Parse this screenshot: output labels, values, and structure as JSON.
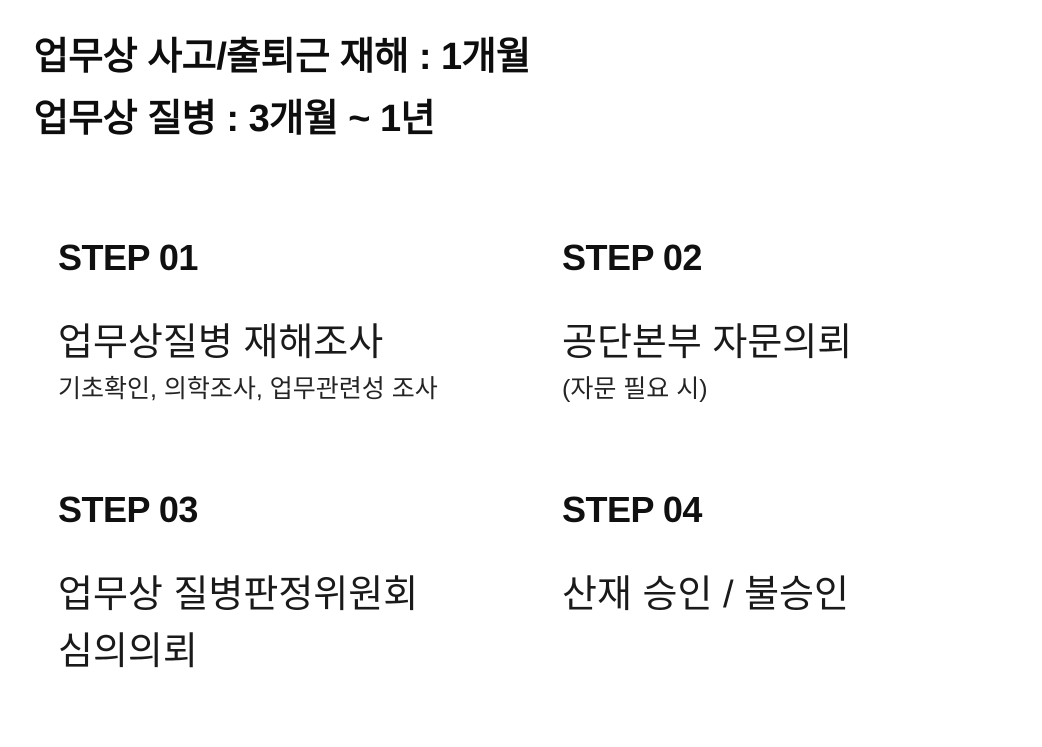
{
  "page": {
    "background": "#ffffff",
    "text_color": "#111111"
  },
  "header": {
    "line1": "업무상 사고/출퇴근 재해 : 1개월",
    "line2": "업무상 질병 : 3개월 ~ 1년"
  },
  "steps": [
    {
      "label": "STEP 01",
      "title": "업무상질병 재해조사",
      "subtitle": "기초확인, 의학조사, 업무관련성 조사"
    },
    {
      "label": "STEP 02",
      "title": "공단본부 자문의뢰",
      "subtitle": "(자문 필요 시)"
    },
    {
      "label": "STEP 03",
      "title": "업무상 질병판정위원회 심의의뢰"
    },
    {
      "label": "STEP 04",
      "title": "산재 승인 / 불승인"
    }
  ]
}
